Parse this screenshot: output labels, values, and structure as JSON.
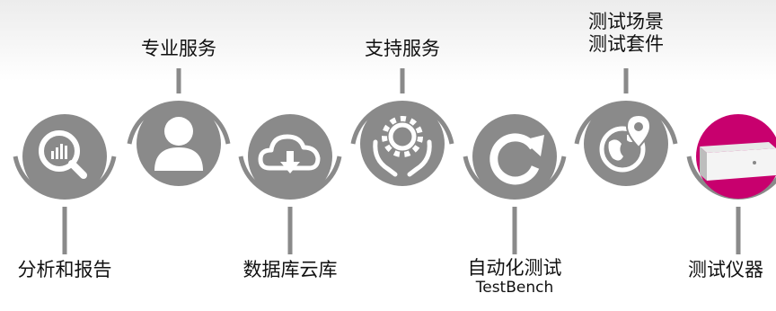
{
  "accent_color": "#c8006e",
  "gray_color": "#8a8a8a",
  "nodes": [
    {
      "label": "分析和报告",
      "sub": "",
      "icon": "analytics-magnifier-icon",
      "pos": "bottom"
    },
    {
      "label": "专业服务",
      "sub": "",
      "icon": "person-icon",
      "pos": "top"
    },
    {
      "label": "数据库云库",
      "sub": "",
      "icon": "cloud-download-icon",
      "pos": "bottom"
    },
    {
      "label": "支持服务",
      "sub": "",
      "icon": "gear-hands-icon",
      "pos": "top"
    },
    {
      "label": "自动化测试",
      "sub": "TestBench",
      "icon": "refresh-arrow-icon",
      "pos": "bottom"
    },
    {
      "label": "测试场景",
      "sub": "测试套件",
      "icon": "globe-pin-icon",
      "pos": "top"
    },
    {
      "label": "测试仪器",
      "sub": "",
      "icon": "test-instrument-icon",
      "pos": "bottom"
    }
  ]
}
